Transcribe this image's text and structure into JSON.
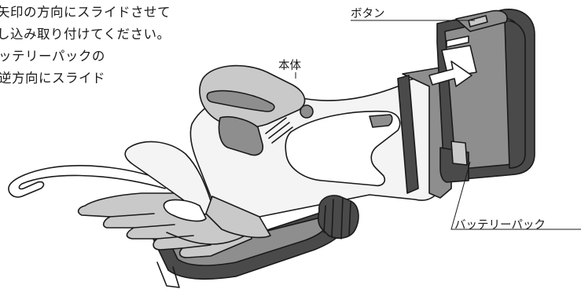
{
  "instructions": {
    "lines": [
      "矢印の方向にスライドさせて",
      "し込み取り付けてください。",
      "ッテリーパックの",
      "逆方向にスライド"
    ]
  },
  "labels": {
    "button": "ボタン",
    "body": "本体",
    "battery_pack": "バッテリーパック"
  },
  "colors": {
    "line": "#1a1a1a",
    "body_white": "#f4f4f4",
    "body_light_gray": "#c9c9c9",
    "body_mid_gray": "#8e8e8e",
    "body_dark_gray": "#4a4a4a",
    "arrow": "#ffffff"
  }
}
